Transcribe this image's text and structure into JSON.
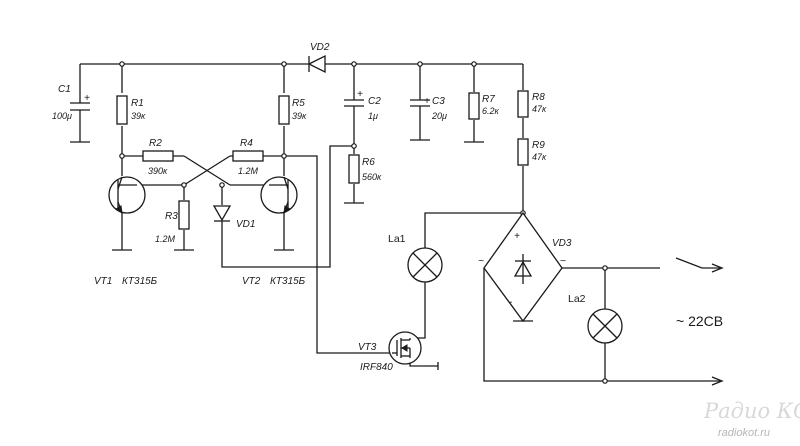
{
  "components": {
    "c1": {
      "ref": "C1",
      "value": "100μ"
    },
    "r1": {
      "ref": "R1",
      "value": "39к"
    },
    "r2": {
      "ref": "R2",
      "value": "390к"
    },
    "r3": {
      "ref": "R3",
      "value": "1.2M"
    },
    "r4": {
      "ref": "R4",
      "value": "1.2M"
    },
    "r5": {
      "ref": "R5",
      "value": "39к"
    },
    "r6": {
      "ref": "R6",
      "value": "560к"
    },
    "r7": {
      "ref": "R7",
      "value": "6.2к"
    },
    "r8": {
      "ref": "R8",
      "value": "47к"
    },
    "r9": {
      "ref": "R9",
      "value": "47к"
    },
    "c2": {
      "ref": "C2",
      "value": "1μ",
      "polarity": "+"
    },
    "c3": {
      "ref": "C3",
      "value": "20μ",
      "polarity": "+"
    },
    "c1_polarity": "+",
    "vd1": {
      "ref": "VD1"
    },
    "vd2": {
      "ref": "VD2"
    },
    "vd3": {
      "ref": "VD3",
      "plus": "+",
      "minus": "-",
      "ac_left": "~",
      "ac_right": "~"
    },
    "vt1": {
      "ref": "VT1",
      "part": "КТ315Б"
    },
    "vt2": {
      "ref": "VT2",
      "part": "КТ315Б"
    },
    "vt3": {
      "ref": "VT3",
      "part": "IRF840"
    },
    "la1": {
      "ref": "La1"
    },
    "la2": {
      "ref": "La2"
    }
  },
  "supply": {
    "label": "~ 22СВ"
  },
  "watermark": {
    "main": "Радио КОТ",
    "sub": "radiokot.ru"
  }
}
